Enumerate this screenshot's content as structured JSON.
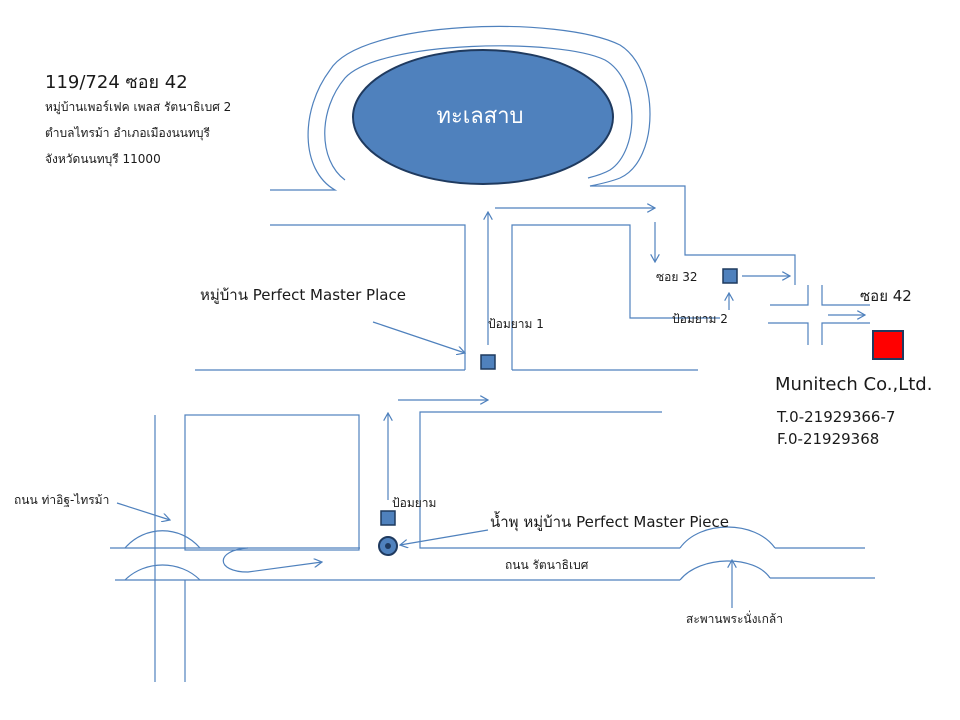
{
  "address": {
    "line1": "119/724 ซอย 42",
    "line2": "หมู่บ้านเพอร์เฟค เพลส รัตนาธิเบศ 2",
    "line3": "ตำบลไทรม้า อำเภอเมืองนนทบุรี",
    "line4": "จังหวัดนนทบุรี 11000"
  },
  "landmarks": {
    "lake": "ทะเลสาบ",
    "village": "หมู่บ้าน Perfect Master Place",
    "guardhouse_1": "ป้อมยาม 1",
    "guardhouse_2": "ป้อมยาม 2",
    "guardhouse": "ป้อมยาม",
    "soi_32": "ซอย 32",
    "soi_42": "ซอย 42",
    "fountain": "น้ำพุ หมู่บ้าน Perfect Master Piece",
    "road_thaitit": "ถนน ท่าอิฐ-ไทรม้า",
    "road_rattanathibet": "ถนน รัตนาธิเบศ",
    "bridge": "สะพานพระนั่งเกล้า"
  },
  "company": {
    "name": "Munitech Co.,Ltd.",
    "tel": "T.0-21929366-7",
    "fax": "F.0-21929368"
  },
  "colors": {
    "road": "#4f81bd",
    "lake_fill": "#4f81bd",
    "lake_stroke": "#1f3a5f",
    "office": "#ff0000",
    "marker": "#4f81bd"
  }
}
